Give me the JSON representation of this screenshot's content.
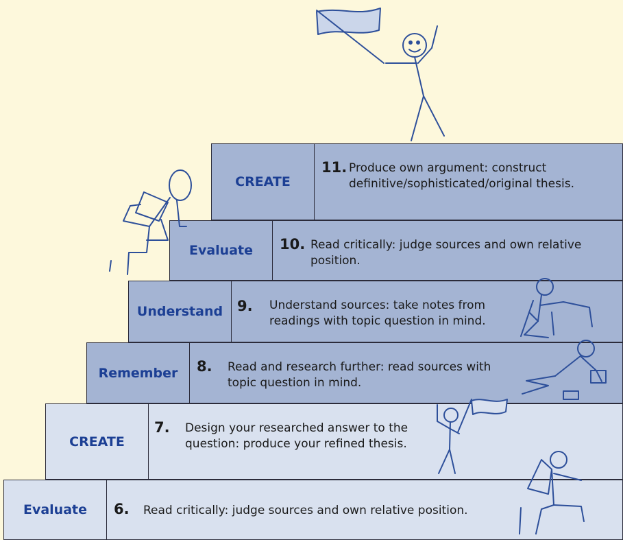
{
  "steps": [
    {
      "label": "CREATE",
      "number": "11.",
      "text": "Produce own argument: construct definitive/sophisticated/original thesis."
    },
    {
      "label": "Evaluate",
      "number": "10.",
      "text": "Read critically: judge sources and own relative position."
    },
    {
      "label": "Understand",
      "number": "9.",
      "text": "Understand sources: take notes from readings with topic question in mind."
    },
    {
      "label": "Remember",
      "number": "8.",
      "text": "Read and research further: read sources with topic question in mind."
    },
    {
      "label": "CREATE",
      "number": "7.",
      "text": "Design your researched answer to the question: produce your refined thesis."
    },
    {
      "label": "Evaluate",
      "number": "6.",
      "text": "Read critically: judge sources and own relative position."
    }
  ],
  "colors": {
    "background": "#fdf8dc",
    "upper_step": "#a4b4d3",
    "lower_step": "#d9e1ef",
    "label_text": "#1c3f94",
    "figure_ink": "#2d4f9a"
  },
  "figures": [
    "stick-figure-with-flag-top",
    "stick-figure-climbing",
    "stick-figure-writing",
    "stick-figure-reading-lying",
    "stick-figure-with-flag-small",
    "stick-figure-sitting"
  ]
}
